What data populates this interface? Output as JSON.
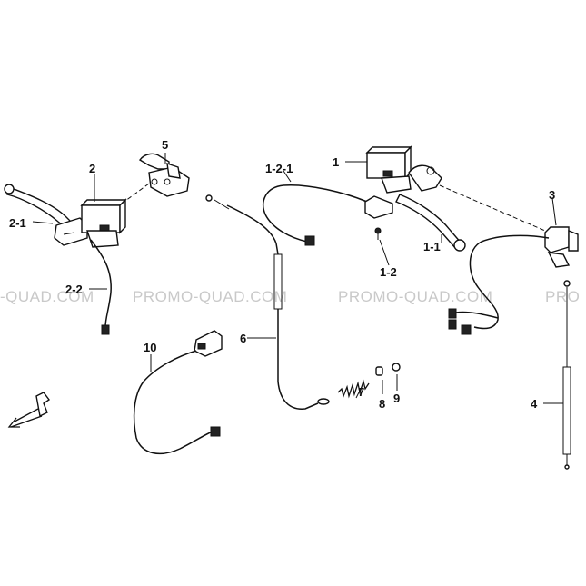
{
  "watermark": {
    "texts": [
      "-QUAD.COM",
      "PROMO-QUAD.COM",
      "PROMO-QUAD.COM",
      "PRO"
    ],
    "color": "#c9c9c9"
  },
  "callouts": {
    "c1": "1",
    "c1_1": "1-1",
    "c1_2": "1-2",
    "c1_2_1": "1-2-1",
    "c2": "2",
    "c2_1": "2-1",
    "c2_2": "2-2",
    "c3": "3",
    "c4": "4",
    "c5": "5",
    "c6": "6",
    "c7": "7",
    "c8": "8",
    "c9": "9",
    "c10": "10"
  },
  "icons": [
    "front-direction-arrow-icon"
  ]
}
